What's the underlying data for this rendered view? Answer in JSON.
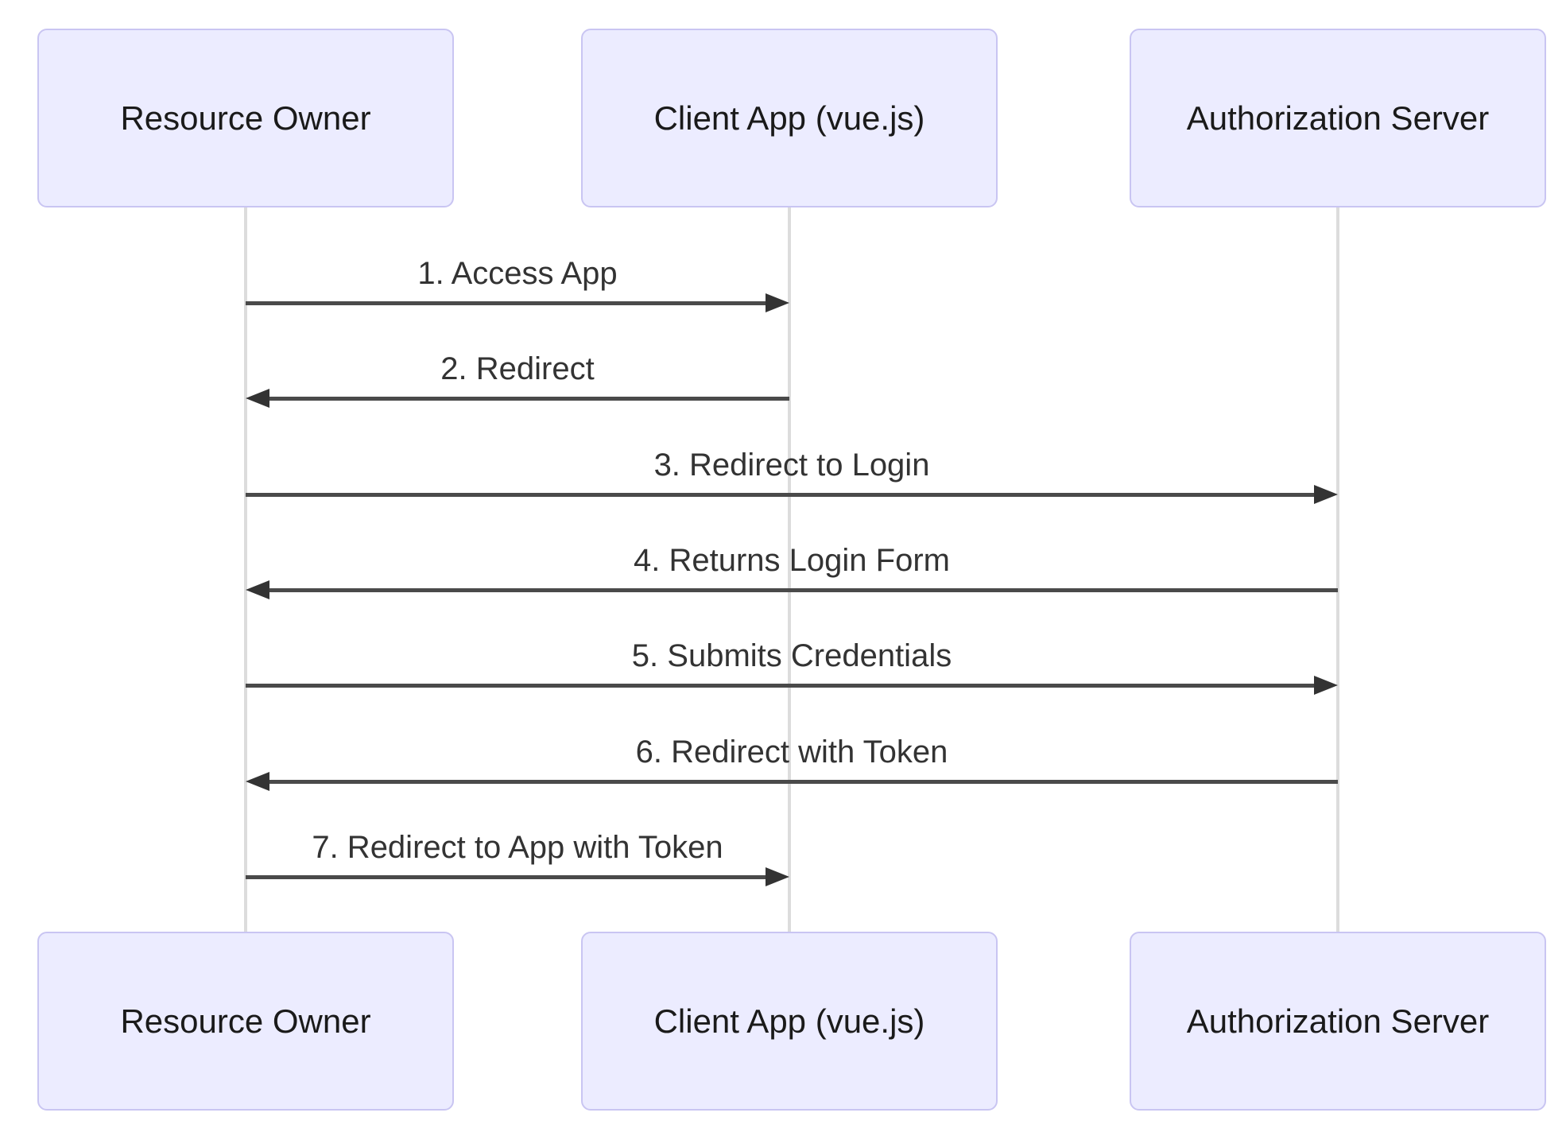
{
  "diagram": {
    "type": "sequence-diagram",
    "actors": [
      {
        "id": "resource-owner",
        "label": "Resource Owner"
      },
      {
        "id": "client-app",
        "label": "Client App (vue.js)"
      },
      {
        "id": "auth-server",
        "label": "Authorization Server"
      }
    ],
    "messages": [
      {
        "seq": 1,
        "label": "1. Access App",
        "from": "resource-owner",
        "to": "client-app",
        "direction": "right"
      },
      {
        "seq": 2,
        "label": "2. Redirect",
        "from": "client-app",
        "to": "resource-owner",
        "direction": "left"
      },
      {
        "seq": 3,
        "label": "3. Redirect to Login",
        "from": "resource-owner",
        "to": "auth-server",
        "direction": "right"
      },
      {
        "seq": 4,
        "label": "4. Returns Login Form",
        "from": "auth-server",
        "to": "resource-owner",
        "direction": "left"
      },
      {
        "seq": 5,
        "label": "5. Submits Credentials",
        "from": "resource-owner",
        "to": "auth-server",
        "direction": "right"
      },
      {
        "seq": 6,
        "label": "6. Redirect with Token",
        "from": "auth-server",
        "to": "resource-owner",
        "direction": "left"
      },
      {
        "seq": 7,
        "label": "7. Redirect to App with Token",
        "from": "resource-owner",
        "to": "client-app",
        "direction": "right"
      }
    ],
    "colors": {
      "background": "#ffffff",
      "actor_fill": "#ECECFF",
      "actor_border": "#C9C5F2",
      "actor_text": "#1a1a1a",
      "lifeline": "#dcdcdc",
      "message_line": "#4a4a4a",
      "arrowhead": "#333333",
      "message_text": "#333333"
    }
  }
}
